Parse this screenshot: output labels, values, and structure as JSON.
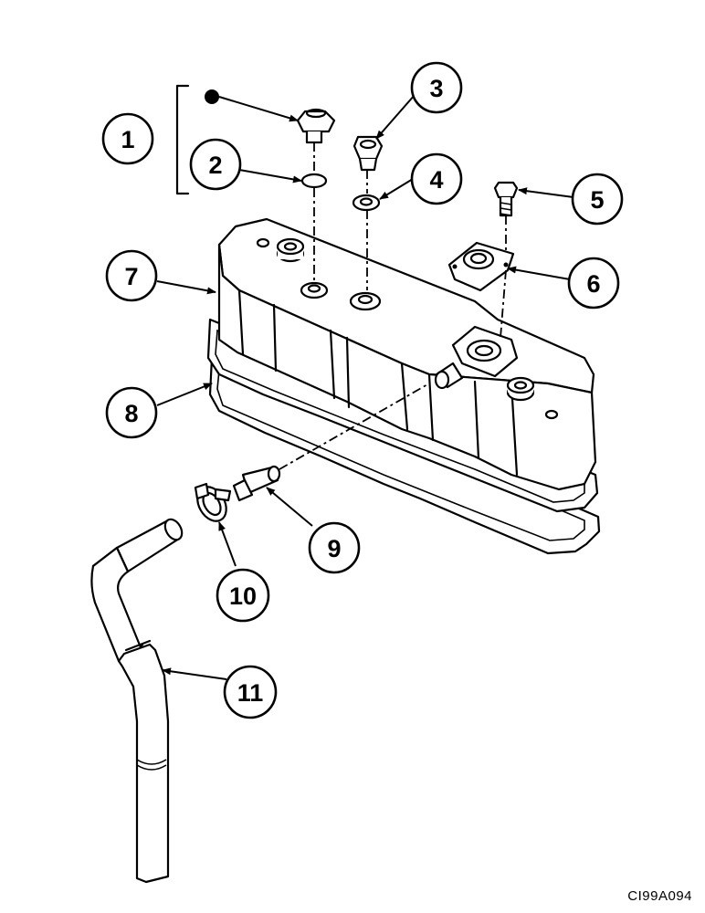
{
  "figure_code": "CI99A094",
  "callouts": [
    {
      "num": "1"
    },
    {
      "num": "2"
    },
    {
      "num": "3"
    },
    {
      "num": "4"
    },
    {
      "num": "5"
    },
    {
      "num": "6"
    },
    {
      "num": "7"
    },
    {
      "num": "8"
    },
    {
      "num": "9"
    },
    {
      "num": "10"
    },
    {
      "num": "11"
    }
  ]
}
